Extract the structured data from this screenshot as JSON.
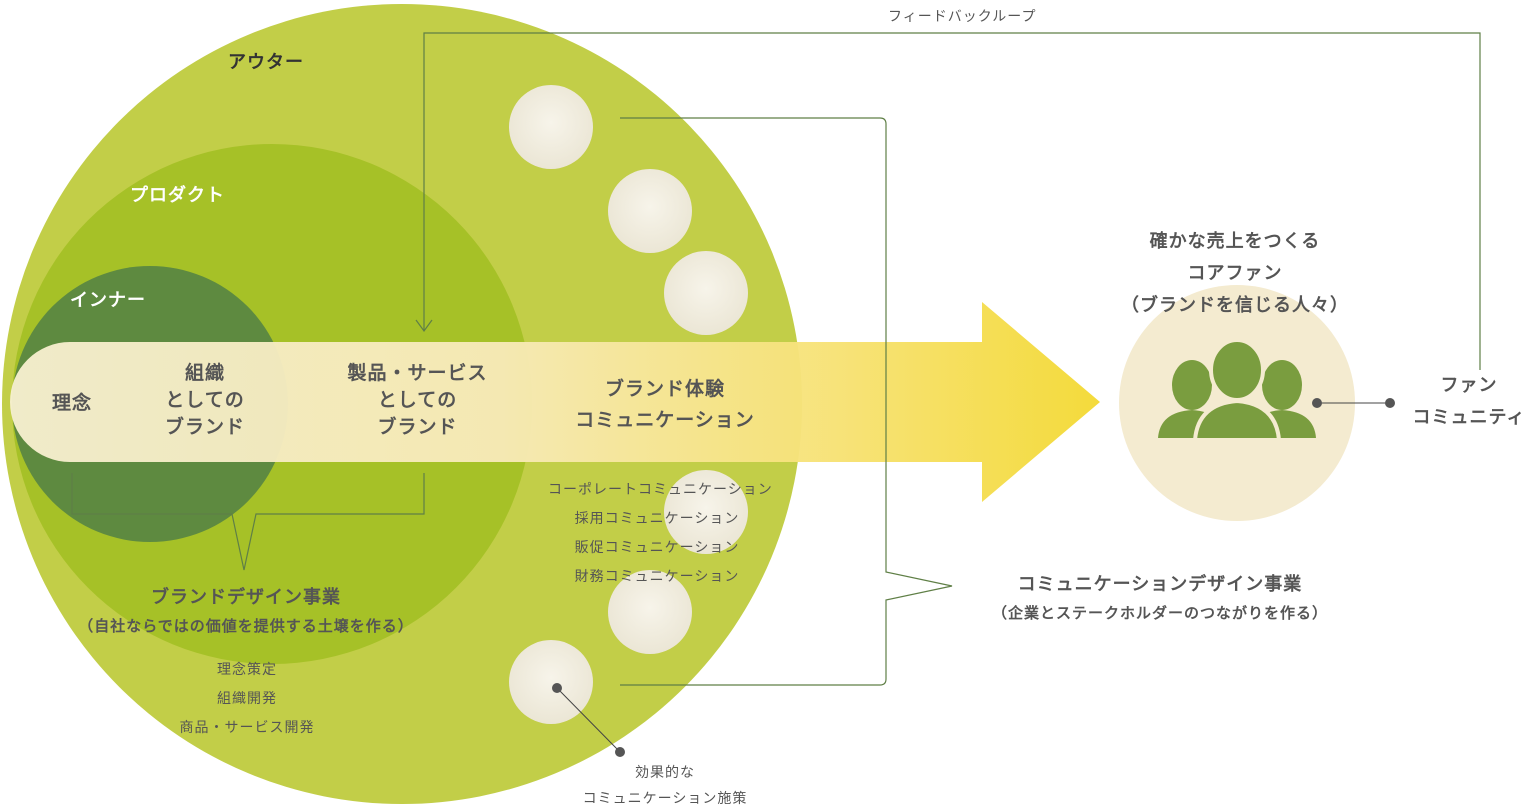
{
  "rings": {
    "outer_label": "アウター",
    "product_label": "プロダクト",
    "inner_label": "インナー"
  },
  "arrow": {
    "philosophy": "理念",
    "org_brand": [
      "組織",
      "としての",
      "ブランド"
    ],
    "product_brand": [
      "製品・サービス",
      "としての",
      "ブランド"
    ],
    "experience": [
      "ブランド体験",
      "コミュニケーション"
    ]
  },
  "brand_design": {
    "title": "ブランドデザイン事業",
    "subtitle": "（自社ならではの価値を提供する土壌を作る）",
    "items": [
      "理念策定",
      "組織開発",
      "商品・サービス開発"
    ]
  },
  "communications": {
    "items": [
      "コーポレートコミュニケーション",
      "採用コミュニケーション",
      "販促コミュニケーション",
      "財務コミュニケーション"
    ]
  },
  "comm_design": {
    "title": "コミュニケーションデザイン事業",
    "subtitle": "（企業とステークホルダーのつながりを作る）"
  },
  "effective": {
    "lines": [
      "効果的な",
      "コミュニケーション施策"
    ]
  },
  "core_fan": {
    "lines": [
      "確かな売上をつくる",
      "コアファン",
      "（ブランドを信じる人々）"
    ],
    "icon": "people-group-icon"
  },
  "fan_community": {
    "lines": [
      "ファン",
      "コミュニティ"
    ]
  },
  "feedback_loop": "フィードバックループ",
  "colors": {
    "outer": "#c2ce48",
    "product": "#a6c127",
    "inner": "#5e8a40",
    "arrow_body": "#f5ecc4",
    "arrow_head": "#f4dc3c",
    "dots": "#f2eee2",
    "line_green": "#5f7f46",
    "fan_circle": "#f4ebd0",
    "fan_icon": "#7a9d3f"
  }
}
